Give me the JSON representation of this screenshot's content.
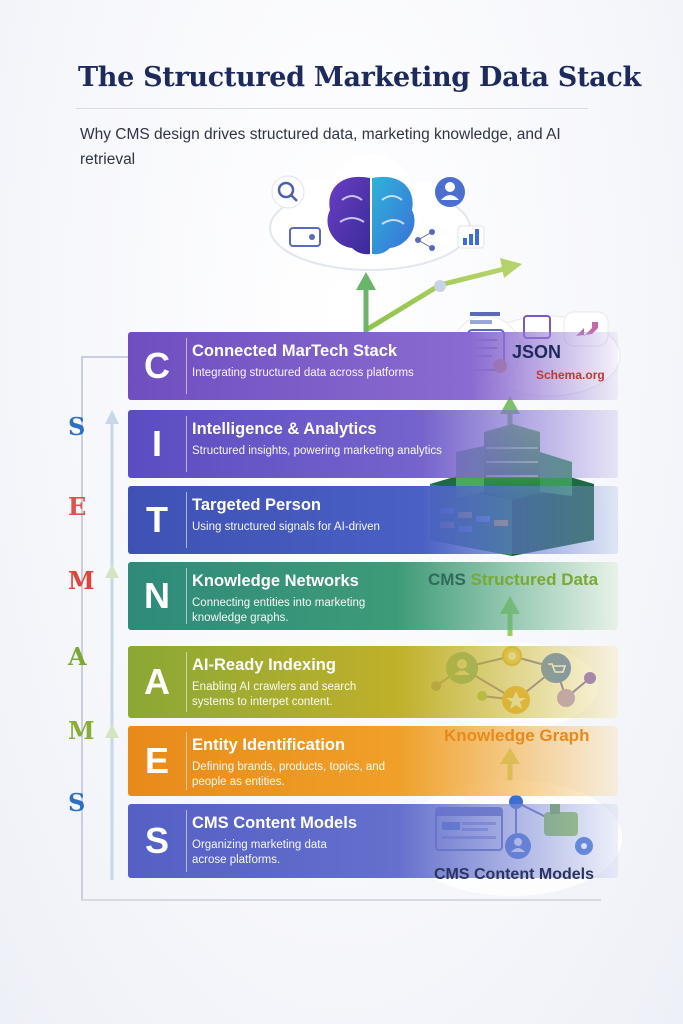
{
  "header": {
    "title": "The Structured Marketing Data Stack",
    "subtitle": "Why CMS design drives structured data, marketing knowledge, and AI retrieval"
  },
  "layers": [
    {
      "letter": "C",
      "name": "Connected MarTech Stack",
      "desc": "Integrating structured data across platforms",
      "color": "#6f4fc0"
    },
    {
      "letter": "I",
      "name": "Intelligence & Analytics",
      "desc": "Structured insights, powering marketing analytics",
      "color": "#5b4cc2"
    },
    {
      "letter": "T",
      "name": "Targeted Person",
      "desc": "Using structured signals for AI-driven",
      "color": "#3f51b5"
    },
    {
      "letter": "N",
      "name": "Knowledge Networks",
      "desc": "Connecting entities into marketing knowledge graphs.",
      "color": "#2f8a7a"
    },
    {
      "letter": "A",
      "name": "AI-Ready Indexing",
      "desc": "Enabling AI crawlers and search systems to interpet content.",
      "color": "#8aa835"
    },
    {
      "letter": "E",
      "name": "Entity Identification",
      "desc": "Defining brands, products, topics, and people as entities.",
      "color": "#e88a1a"
    },
    {
      "letter": "S",
      "name": "CMS Content Models",
      "desc": "Organizing marketing data acrose platforms.",
      "color": "#5460c4"
    }
  ],
  "acrostic": [
    {
      "letter": "S",
      "color": "#2f6fc0"
    },
    {
      "letter": "E",
      "color": "#d9534f"
    },
    {
      "letter": "M",
      "color": "#e0453a"
    },
    {
      "letter": "A",
      "color": "#7aa833"
    },
    {
      "letter": "M",
      "color": "#8aac3a"
    },
    {
      "letter": "S",
      "color": "#2f6fc0"
    }
  ],
  "side_labels": {
    "json": "JSON",
    "schema": "Schema.org",
    "cms_structured_prefix": "CMS",
    "cms_structured_suffix": "Structured Data",
    "knowledge_graph": "Knowledge Graph",
    "cms_content_models": "CMS Content Models"
  },
  "icons": [
    "brain-cloud-icon",
    "search-icon",
    "user-icon",
    "chart-icon",
    "toggle-icon",
    "network-icon",
    "document-icon",
    "database-icon",
    "cart-icon",
    "star-icon",
    "gear-icon",
    "browser-window-icon"
  ]
}
